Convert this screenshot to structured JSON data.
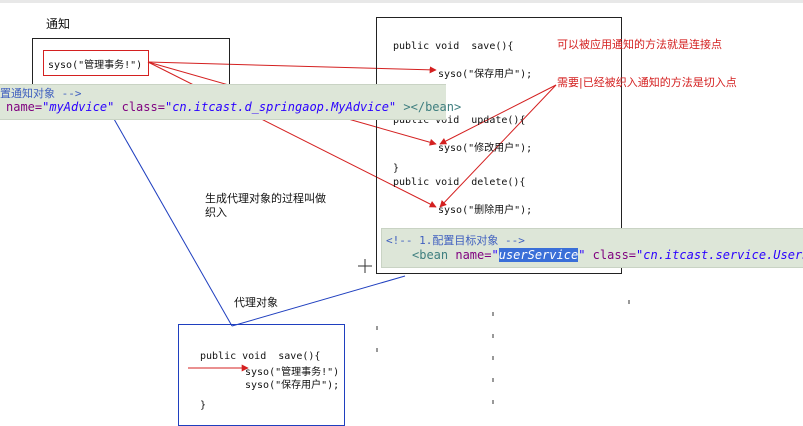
{
  "top": {
    "title": "通知"
  },
  "advice_box": {
    "code": "syso(\"管理事务!\")"
  },
  "target_class": {
    "save_sig": "public void  save(){",
    "save_body": "syso(\"保存用户\");",
    "update_sig": "public void  update(){",
    "update_body": "syso(\"修改用户\");",
    "close1": "}",
    "delete_sig": "public void  delete(){",
    "delete_body": "syso(\"删除用户\");"
  },
  "annotations": {
    "joinpoint": "可以被应用通知的方法就是连接点",
    "pointcut": "需要|已经被织入通知的方法是切入点",
    "weaving_line1": "生成代理对象的过程叫做",
    "weaving_line2": "织入",
    "proxy": "代理对象"
  },
  "proxy_box": {
    "sig": "public void  save(){",
    "line1": "syso(\"管理事务!\")",
    "line2": "syso(\"保存用户\");",
    "close": "}"
  },
  "xml_advice": {
    "comment": "置通知对象 -->",
    "attr_name": "name=",
    "name_value": "\"myAdvice\"",
    "attr_class": "class=",
    "class_value": "\"cn.itcast.d_springaop.MyAdvice\"",
    "end_tag": "></bean>"
  },
  "xml_target": {
    "comment": "<!-- 1.配置目标对象 -->",
    "open": "<bean",
    "attr_name": "name=",
    "quote_open": "\"",
    "name_value": "userService",
    "quote_close": "\"",
    "attr_class": "class=",
    "class_value": "\"cn.itcast.service.UserSer"
  },
  "colors": {
    "arrow_red": "#d42020",
    "arrow_blue": "#1f3fbf",
    "strip_bg": "#dde6d8",
    "selection": "#3a6fd8"
  }
}
